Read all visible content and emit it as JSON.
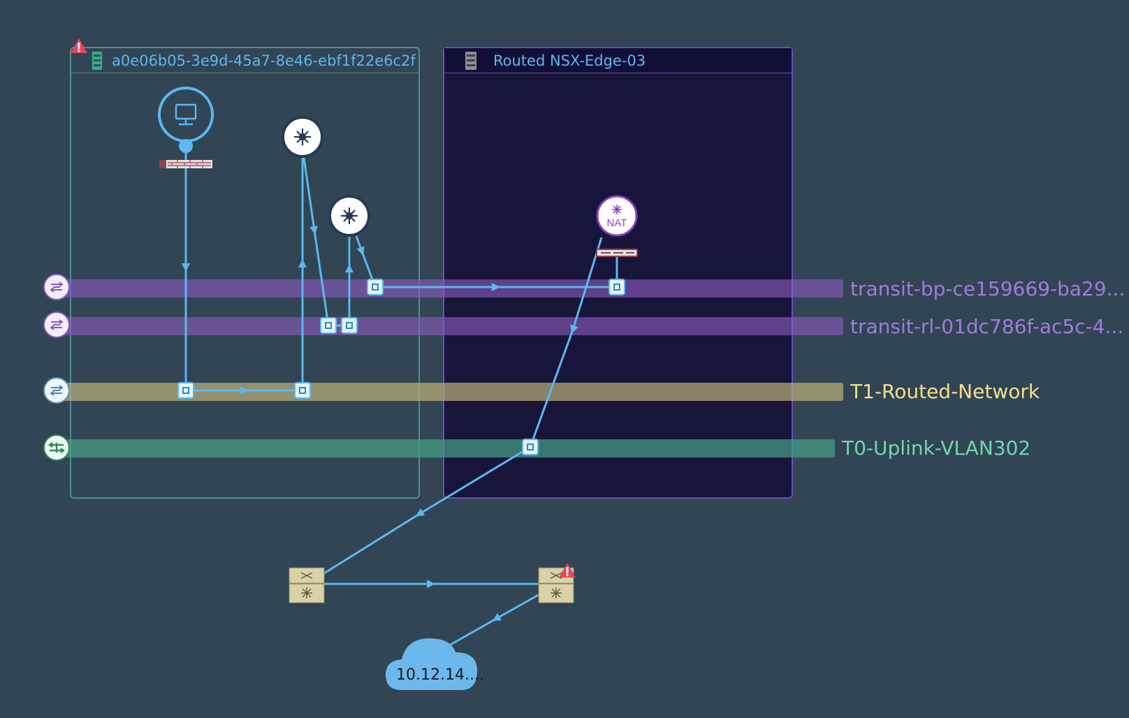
{
  "colors": {
    "background": "#324554",
    "link": "#5bb8f0",
    "transit": "#8a5bbf",
    "t1": "#b9ae79",
    "t0": "#46a086",
    "edge_fill": "#171539",
    "alert": "#e8435f"
  },
  "containers": [
    {
      "id": "vm-container",
      "title": "a0e06b05-3e9d-45a7-8e46-ebf1f22e6c2f",
      "icon": "server-icon",
      "alert": true,
      "title_color": "#5bb8f0"
    },
    {
      "id": "edge-container",
      "title": "Routed NSX-Edge-03",
      "icon": "server-icon",
      "alert": false,
      "title_color": "#5bb8f0"
    }
  ],
  "networks": [
    {
      "name": "transit-bp-ce159669-ba29...",
      "type": "transit",
      "label_color": "#a17bdc",
      "icon": "segment-icon"
    },
    {
      "name": "transit-rl-01dc786f-ac5c-4...",
      "type": "transit",
      "label_color": "#a17bdc",
      "icon": "segment-icon"
    },
    {
      "name": "T1-Routed-Network",
      "type": "t1",
      "label_color": "#f2e08e",
      "icon": "segment-icon"
    },
    {
      "name": "T0-Uplink-VLAN302",
      "type": "vlan",
      "label_color": "#6ed8b0",
      "icon": "vlan-icon"
    }
  ],
  "nodes": {
    "vm": {
      "icon": "vm-monitor-icon"
    },
    "router_1": {
      "icon": "router-icon"
    },
    "router_2": {
      "icon": "router-icon"
    },
    "nat": {
      "icon": "router-icon",
      "label": "NAT"
    },
    "physical_switch_1": {
      "icon": "physical-router-icon"
    },
    "physical_switch_2": {
      "icon": "physical-router-icon",
      "alert": true
    },
    "cloud": {
      "icon": "cloud-icon",
      "label": "10.12.14...."
    }
  }
}
